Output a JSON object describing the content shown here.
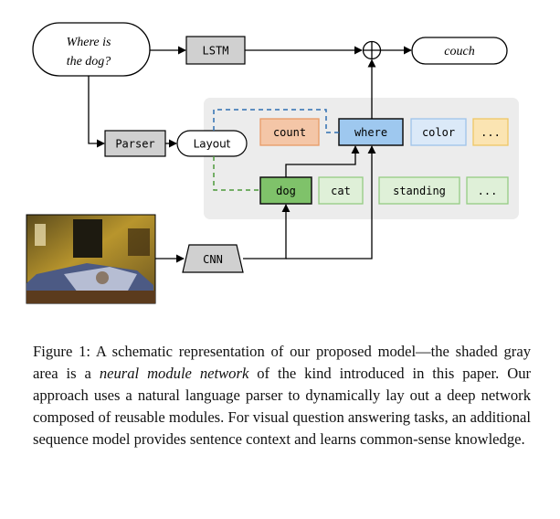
{
  "question": {
    "line1": "Where is",
    "line2": "the dog?"
  },
  "answer": "couch",
  "modules": {
    "lstm": "LSTM",
    "parser": "Parser",
    "layout": "Layout",
    "cnn": "CNN",
    "count": "count",
    "where": "where",
    "color": "color",
    "more_top": "...",
    "dog": "dog",
    "cat": "cat",
    "standing": "standing",
    "more_bottom": "...",
    "combine_symbol": "+"
  },
  "colors": {
    "gray_panel": "#ececec",
    "count_fill": "#f4c6a7",
    "count_stroke": "#e89a66",
    "where_fill": "#9ec8ef",
    "where_stroke": "#111111",
    "color_fill": "#dbe9f8",
    "color_stroke": "#9ec3ea",
    "ellipsis_top_fill": "#fbe4b2",
    "ellipsis_top_stroke": "#efc765",
    "dog_fill": "#7fc26a",
    "dog_stroke": "#111111",
    "green_light_fill": "#dff0d8",
    "green_light_stroke": "#95cc83",
    "dashed_blue": "#2f6fb1",
    "dashed_green": "#4c9a3a",
    "gray_box": "#d0d0d0"
  },
  "caption": {
    "label": "Figure 1:",
    "part1": " A schematic representation of our proposed model—the shaded gray area is a ",
    "emph": "neural module network",
    "part2": " of the kind introduced in this paper. Our approach uses a natural language parser to dynamically lay out a deep network composed of reusable modules. For visual question answering tasks, an additional sequence model provides sentence context and learns common-sense knowledge."
  }
}
